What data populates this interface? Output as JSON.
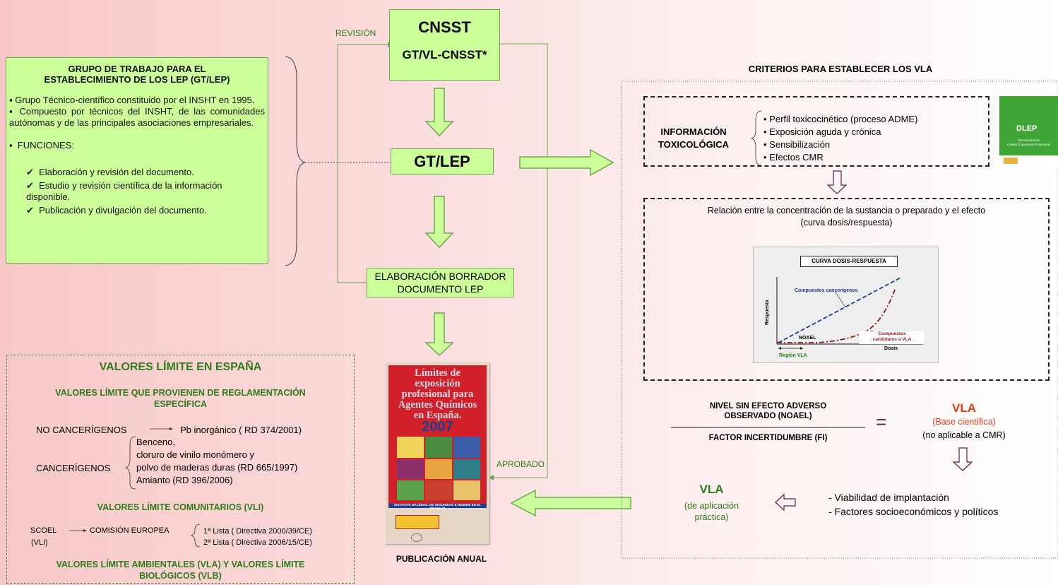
{
  "grupo": {
    "title_1": "GRUPO DE TRABAJO PARA EL",
    "title_2": "ESTABLECIMIENTO DE LOS LEP (GT/LEP)",
    "b1": "Grupo Técnico-científico  constituido por el INSHT en 1995.",
    "b2": "Compuesto por técnicos del INSHT, de las comunidades autónomas y de las principales asociaciones empresariales.",
    "b3": "FUNCIONES:",
    "f1": "Elaboración y revisión del documento.",
    "f2": "Estudio y revisión científica de la información disponible.",
    "f3": "Publicación y divulgación del documento."
  },
  "flow": {
    "cnsst": "CNSST",
    "gtvl": "GT/VL-CNSST*",
    "revision": "REVISIÓN",
    "gtlep": "GT/LEP",
    "borrador_1": "ELABORACIÓN BORRADOR",
    "borrador_2": "DOCUMENTO LEP",
    "aprobado": "APROBADO",
    "publicacion": "PUBLICACIÓN ANUAL"
  },
  "book": {
    "l1": "Límites de",
    "l2": "exposición",
    "l3": "profesional para",
    "l4": "Agentes Químicos",
    "l5": "en España.",
    "year": "2007",
    "inst": "INSTITUTO NACIONAL DE SEGURIDAD E HIGIENE EN EL TRABAJO"
  },
  "valores": {
    "title": "VALORES LÍMITE EN ESPAÑA",
    "sub1_1": "VALORES LÍMITE QUE PROVIENEN DE REGLAMENTACIÓN",
    "sub1_2": "ESPECÍFICA",
    "no_canc": "NO CANCERÍGENOS",
    "pb": "Pb inorgánico ( RD 374/2001)",
    "canc": "CANCERÍGENOS",
    "c1": "Benceno,",
    "c2": "cloruro de vinilo monómero y",
    "c3": "polvo de maderas duras (RD 665/1997)",
    "c4": "Amianto (RD 396/2006)",
    "sub2": "VALORES LÍMITE COMUNITARIOS (VLI)",
    "scoel": "SCOEL",
    "vli": "(VLI)",
    "comision": "COMISIÓN EUROPEA",
    "lista1": "1ª Lista ( Directiva 2000/39/CE)",
    "lista2": "2ª Lista ( Directiva 2006/15/CE)",
    "sub3_1": "VALORES LÍMITE AMBIENTALES (VLA) Y VALORES LÍMITE",
    "sub3_2": "BIOLÓGICOS (VLB)"
  },
  "criterios": {
    "title": "CRITERIOS PARA ESTABLECER LOS VLA",
    "info_1": "INFORMACIÓN",
    "info_2": "TOXICOLÓGICA",
    "i1": "• Perfil toxicocinético (proceso ADME)",
    "i2": "• Exposición aguda y crónica",
    "i3": "• Sensibilización",
    "i4": "• Efectos CMR",
    "rel_1": "Relación entre la concentración de la sustancia o preparado y el efecto",
    "rel_2": "(curva dosis/respuesta)",
    "noael_1": "NIVEL SIN EFECTO ADVERSO",
    "noael_2": "OBSERVADO (NOAEL)",
    "fi": "FACTOR INCERTIDUMBRE (FI)",
    "eq": "=",
    "vla": "VLA",
    "base": "(Base científica)",
    "no_apl": "(no aplicable a CMR)",
    "vla2": "VLA",
    "pract_1": "(de aplicación",
    "pract_2": "práctica)",
    "via": "- Viabilidad de implantación",
    "fact": "- Factores socioeconómicos  y políticos"
  },
  "curva": {
    "title": "CURVA DOSIS-RESPUESTA",
    "respuesta": "Respuesta",
    "dosis": "Dosis",
    "canc": "Compuestos cancerígenos",
    "cand_1": "Compuestos",
    "cand_2": "candidatos a VLA",
    "noael": "NOAEL",
    "region": "Región VLA"
  },
  "dlep": {
    "logo": "DLEP",
    "t1": "Documentación",
    "t2": "Límites Exposición Profesional"
  },
  "colors": {
    "green_fill": "#ccff99",
    "red_vla": "#e8401c",
    "dark_green": "#2e7d1a",
    "purple": "#6a1b4d"
  }
}
